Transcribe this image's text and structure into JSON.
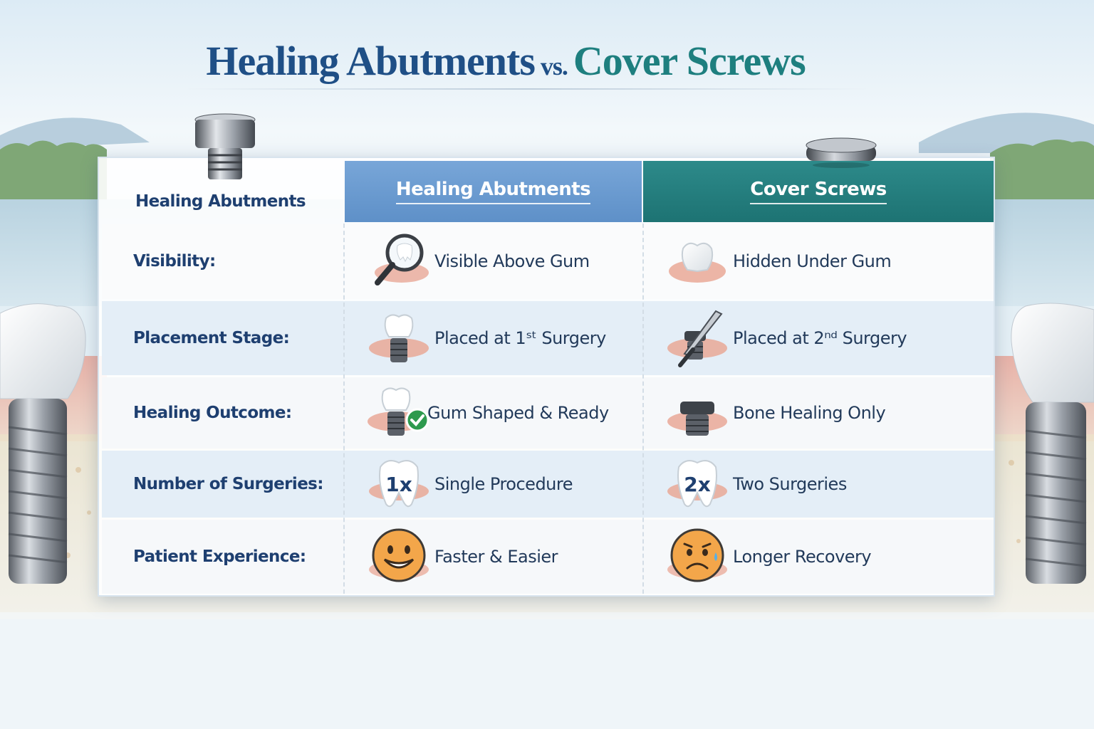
{
  "title": {
    "part1": "Healing Abutments",
    "vs": "vs.",
    "part2": "Cover Screws"
  },
  "colors": {
    "title_blue": "#1f4f86",
    "title_teal": "#1e7f7f",
    "header_blue": "#6b9bd0",
    "header_teal": "#1f7878",
    "row_label": "#1e3f70"
  },
  "table": {
    "corner_label": "Healing Abutments",
    "columns": [
      "Healing Abutments",
      "Cover Screws"
    ],
    "rows": [
      {
        "label": "Visibility:",
        "a": {
          "text": "Visible Above Gum",
          "icon": "magnifier-tooth-icon"
        },
        "b": {
          "text": "Hidden Under Gum",
          "icon": "tooth-in-gum-icon"
        }
      },
      {
        "label": "Placement Stage:",
        "a": {
          "text": "Placed at 1ˢᵗ Surgery",
          "icon": "implant-crown-icon"
        },
        "b": {
          "text": "Placed at 2ⁿᵈ Surgery",
          "icon": "scalpel-implant-icon"
        }
      },
      {
        "label": "Healing Outcome:",
        "a": {
          "text": "Gum Shaped & Ready",
          "icon": "implant-check-icon"
        },
        "b": {
          "text": "Bone Healing Only",
          "icon": "cover-screw-icon"
        }
      },
      {
        "label": "Number of Surgeries:",
        "a": {
          "text": "Single Procedure",
          "icon": "tooth-1x-icon",
          "badge": "1x"
        },
        "b": {
          "text": "Two Surgeries",
          "icon": "tooth-2x-icon",
          "badge": "2x"
        }
      },
      {
        "label": "Patient Experience:",
        "a": {
          "text": "Faster & Easier",
          "icon": "happy-face-icon"
        },
        "b": {
          "text": "Longer Recovery",
          "icon": "sad-face-icon"
        }
      }
    ]
  }
}
